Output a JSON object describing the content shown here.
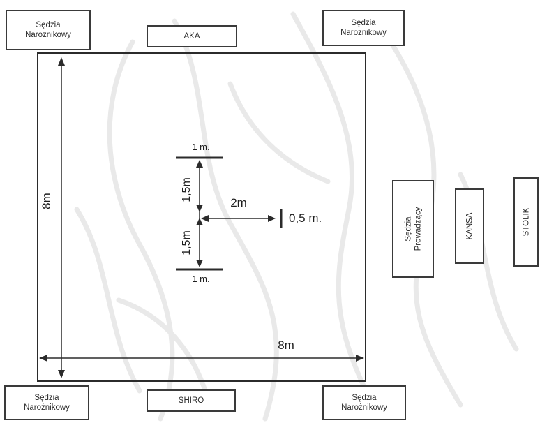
{
  "colors": {
    "line": "#2b2b2b",
    "box_border": "#3a3a3a",
    "background": "#ffffff",
    "watermark": "#e9e9e9"
  },
  "boxes": {
    "corner_judge_top_left": "Sędzia\nNarożnikowy",
    "corner_judge_top_right": "Sędzia\nNarożnikowy",
    "corner_judge_bottom_left": "Sędzia\nNarożnikowy",
    "corner_judge_bottom_right": "Sędzia\nNarożnikowy",
    "aka": "AKA",
    "shiro": "SHIRO",
    "referee": "Sędzia\nProwadzący",
    "kansa": "KANSA",
    "stolik": "STOLIK"
  },
  "dimensions": {
    "area_height": "8m",
    "area_width": "8m",
    "line_top": "1 m.",
    "line_bottom": "1 m.",
    "gap_top": "1,5m",
    "gap_bottom": "1,5m",
    "distance_referee": "2m",
    "referee_mark": "0,5 m."
  }
}
